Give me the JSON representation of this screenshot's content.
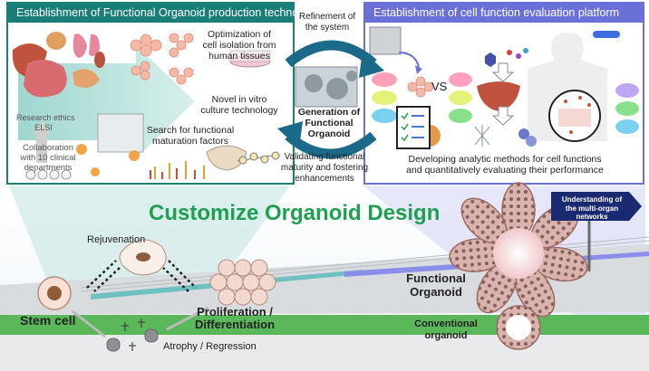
{
  "left_panel": {
    "title": "Establishment of Functional Organoid production technology",
    "isolation": [
      "Optimization of",
      "cell isolation from",
      "human tissues"
    ],
    "culture": [
      "Novel in vitro",
      "culture technology"
    ],
    "search": [
      "Search for functional",
      "maturation factors"
    ],
    "ethics": [
      "Research ethics",
      "ELSI"
    ],
    "collab": [
      "Collaboration",
      "with 10 clinical",
      "departments"
    ]
  },
  "right_panel": {
    "title": "Establishment of cell function evaluation platform",
    "vs": "VS",
    "description": [
      "Developing analytic methods for cell functions",
      "and quantitatively evaluating their performance"
    ]
  },
  "center": {
    "refinement": [
      "Refinement of",
      "the system"
    ],
    "generation": [
      "Generation of",
      "Functional",
      "Organoid"
    ],
    "validating": [
      "Validating functional",
      "maturity and fostering",
      "enhancements"
    ]
  },
  "bottom": {
    "headline": "Customize Organoid Design",
    "sign": [
      "Understanding of",
      "the multi-organ",
      "networks"
    ],
    "rejuvenation": "Rejuvenation",
    "stem_cell": "Stem cell",
    "proliferation": [
      "Proliferation /",
      "Differentiation"
    ],
    "atrophy": "Atrophy / Regression",
    "functional_organoid": [
      "Functional",
      "Organoid"
    ],
    "conventional_organoid": [
      "Conventional",
      "organoid"
    ]
  },
  "colors": {
    "left_header": "#1a7e78",
    "right_header": "#6a70d8",
    "headline": "#1fa050",
    "cycle_arrow": "#1b6a8a",
    "ground": "#5bb85a"
  }
}
